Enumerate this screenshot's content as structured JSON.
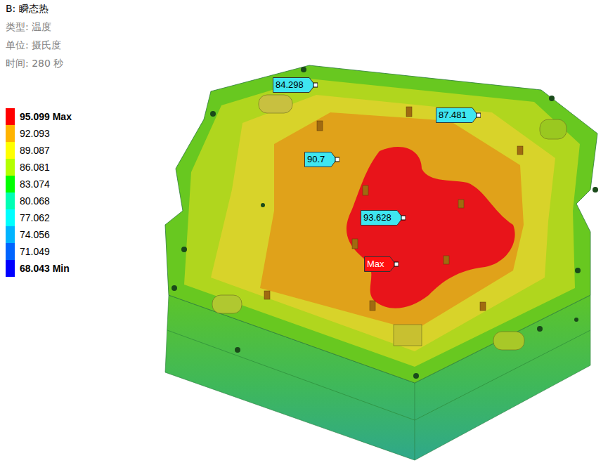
{
  "diagram": {
    "title": "B: 瞬态热",
    "nodes": [
      {
        "text": [
          "84.298"
        ]
      },
      {
        "text": [
          "87.481"
        ]
      },
      {
        "text": [
          "90.7"
        ]
      },
      {
        "text": [
          "93.628"
        ]
      },
      {
        "text": [
          "Max"
        ]
      }
    ],
    "labels": [
      "类型: 温度",
      "单位: 摄氏度",
      "时间: 280 秒"
    ],
    "legend": [
      {
        "text": "95.099 Max",
        "color": "#ff0000"
      },
      {
        "text": "92.093",
        "color": "#ffb400"
      },
      {
        "text": "89.087",
        "color": "#ffff00"
      },
      {
        "text": "86.081",
        "color": "#b4ff00"
      },
      {
        "text": "83.074",
        "color": "#00ff00"
      },
      {
        "text": "80.068",
        "color": "#00ffb4"
      },
      {
        "text": "77.062",
        "color": "#00ffff"
      },
      {
        "text": "74.056",
        "color": "#00b4ff"
      },
      {
        "text": "71.049",
        "color": "#0064ff"
      },
      {
        "text": "68.043 Min",
        "color": "#0000ff"
      }
    ]
  }
}
